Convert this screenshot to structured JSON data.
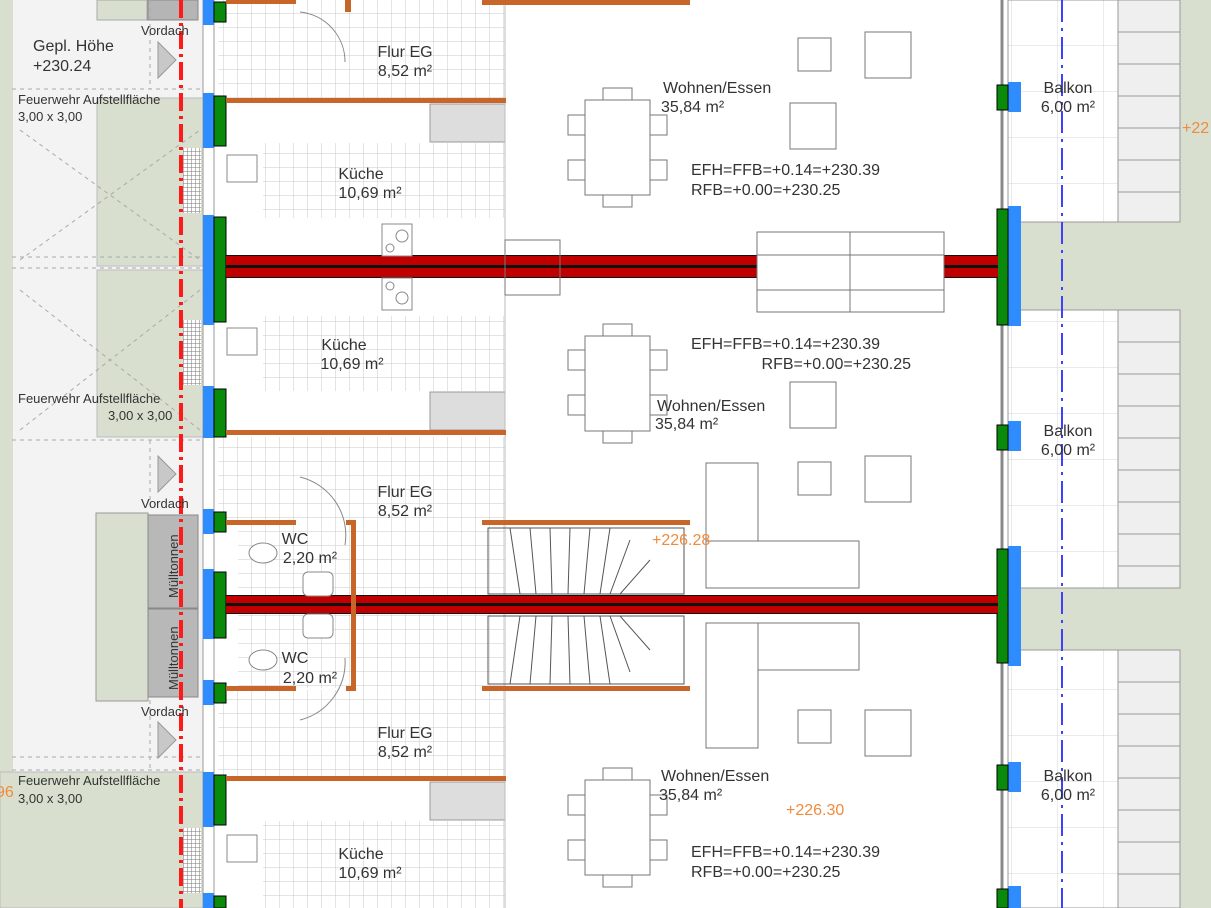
{
  "drawing": {
    "site": {
      "planned_height_label": "Gepl. Höhe",
      "planned_height_value": "+230.24",
      "canopy_label": "Vordach",
      "fire_area_label": "Feuerwehr Aufstellfläche",
      "fire_area_size": "3,00 x 3,00",
      "bins_label": "Mülltonnen"
    },
    "rooms": {
      "hall": {
        "name": "Flur EG",
        "area": "8,52 m²"
      },
      "kitchen": {
        "name": "Küche",
        "area": "10,69 m²"
      },
      "living": {
        "name": "Wohnen/Essen",
        "area": "35,84 m²"
      },
      "balcony": {
        "name": "Balkon",
        "area": "6,00 m²"
      },
      "wc": {
        "name": "WC",
        "area": "2,20 m²"
      }
    },
    "levels": {
      "efh": "EFH=FFB=+0.14=+230.39",
      "rfb": "RFB=+0.00=+230.25",
      "spot1": "+226.28",
      "spot2": "+226.30",
      "spot_right_partial": "+22",
      "spot_left_partial": "96"
    },
    "colors": {
      "party_wall": "#c00000",
      "insulation": "#2f8cff",
      "masonry": "#0a8a0a",
      "interior_wall": "#c8662a",
      "property_line": "#ff1a1a",
      "axis_line": "#4040ff"
    }
  }
}
